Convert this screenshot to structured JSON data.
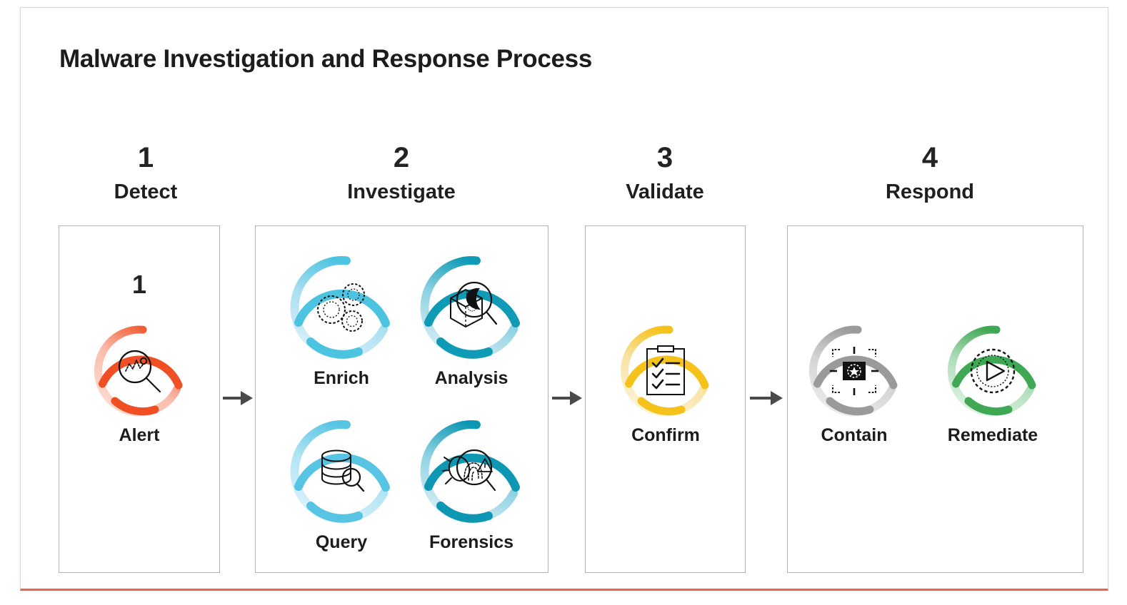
{
  "slide": {
    "title": "Malware Investigation and Response Process",
    "accent_bottom_color": "#e8674a",
    "border_color": "#d9d9d9",
    "background": "#ffffff"
  },
  "steps": [
    {
      "number": "1",
      "name": "Detect"
    },
    {
      "number": "2",
      "name": "Investigate"
    },
    {
      "number": "3",
      "name": "Validate"
    },
    {
      "number": "4",
      "name": "Respond"
    }
  ],
  "panels": [
    {
      "step": "Detect",
      "inner_number": "1"
    },
    {
      "step": "Investigate",
      "inner_number": ""
    },
    {
      "step": "Validate",
      "inner_number": ""
    },
    {
      "step": "Respond",
      "inner_number": ""
    }
  ],
  "nodes": [
    {
      "label": "Alert",
      "icon": "magnifier-waveform-icon",
      "panel": "Detect",
      "ring_color_solid": "#f04e23",
      "ring_color_fade": "#fbc0ad"
    },
    {
      "label": "Enrich",
      "icon": "gears-icon",
      "panel": "Investigate",
      "ring_color_solid": "#4cc3e0",
      "ring_color_fade": "#bfe8f3"
    },
    {
      "label": "Analysis",
      "icon": "cube-magnifier-icon",
      "panel": "Investigate",
      "ring_color_solid": "#0f9bb5",
      "ring_color_fade": "#b4e2ee"
    },
    {
      "label": "Query",
      "icon": "database-search-icon",
      "panel": "Investigate",
      "ring_color_solid": "#57c4e4",
      "ring_color_fade": "#c6ebf6"
    },
    {
      "label": "Forensics",
      "icon": "bug-fingerprint-icon",
      "panel": "Investigate",
      "ring_color_solid": "#0e97b2",
      "ring_color_fade": "#b2e1ec"
    },
    {
      "label": "Confirm",
      "icon": "clipboard-checklist-icon",
      "panel": "Validate",
      "ring_color_solid": "#f5c21b",
      "ring_color_fade": "#f7e3ae"
    },
    {
      "label": "Contain",
      "icon": "crosshair-target-icon",
      "panel": "Respond",
      "ring_color_solid": "#9a9a9a",
      "ring_color_fade": "#dcdcdc"
    },
    {
      "label": "Remediate",
      "icon": "gear-play-icon",
      "panel": "Respond",
      "ring_color_solid": "#3fa854",
      "ring_color_fade": "#bce4c5"
    }
  ],
  "arrows": [
    {
      "from": "Detect",
      "to": "Investigate"
    },
    {
      "from": "Investigate",
      "to": "Validate"
    },
    {
      "from": "Validate",
      "to": "Respond"
    }
  ]
}
